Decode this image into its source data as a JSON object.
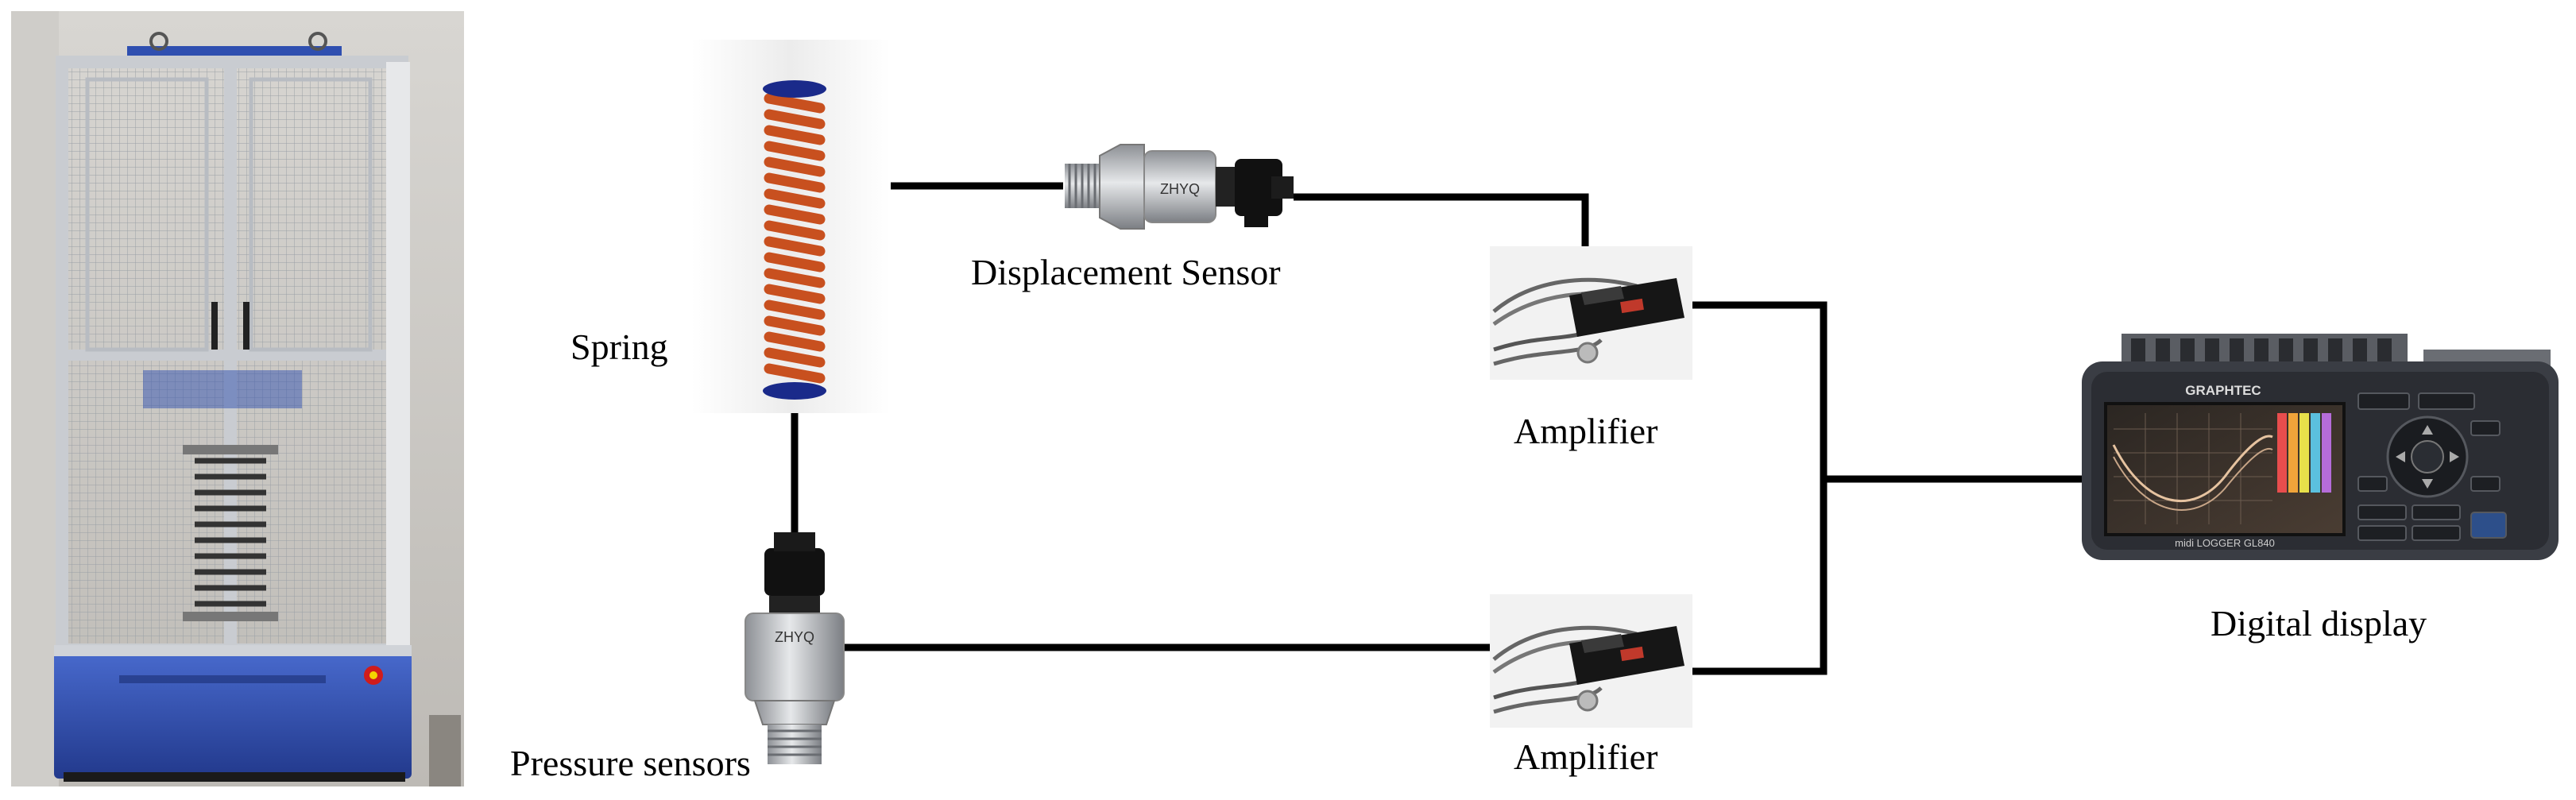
{
  "labels": {
    "spring": "Spring",
    "displacement_sensor": "Displacement Sensor",
    "pressure_sensors": "Pressure sensors",
    "amplifier_top": "Amplifier",
    "amplifier_bottom": "Amplifier",
    "digital_display": "Digital display"
  },
  "device_text": {
    "logger_brand": "GRAPHTEC",
    "logger_model": "midi LOGGER GL840",
    "sensor_brand": "ZHYQ"
  },
  "colors": {
    "spring": "#c8501f",
    "spring_cap": "#1a2a8a",
    "machine_base": "#2f4fb0",
    "frame": "#c9ccd1",
    "line": "#000000",
    "logger_body": "#3a3d44"
  }
}
